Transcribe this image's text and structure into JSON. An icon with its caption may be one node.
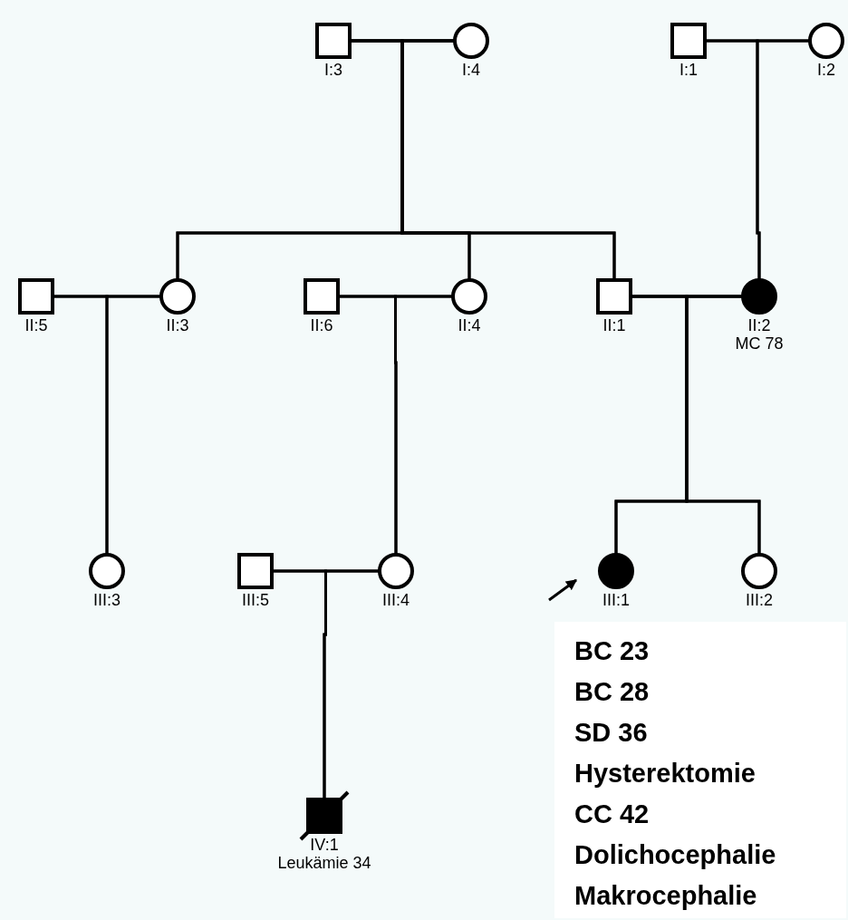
{
  "diagram": {
    "nodes": [
      {
        "text": [
          "I:3"
        ]
      },
      {
        "text": [
          "I:4"
        ]
      },
      {
        "text": [
          "I:1"
        ]
      },
      {
        "text": [
          "I:2"
        ]
      },
      {
        "text": [
          "II:5"
        ]
      },
      {
        "text": [
          "II:3"
        ]
      },
      {
        "text": [
          "II:6"
        ]
      },
      {
        "text": [
          "II:4"
        ]
      },
      {
        "text": [
          "II:1"
        ]
      },
      {
        "text": [
          "II:2"
        ],
        "beside": [
          "MC 78"
        ]
      },
      {
        "text": [
          "III:3"
        ]
      },
      {
        "text": [
          "III:5"
        ]
      },
      {
        "text": [
          "III:4"
        ]
      },
      {
        "text": [
          "III:1"
        ]
      },
      {
        "text": [
          "III:2"
        ]
      },
      {
        "text": [
          "IV:1"
        ],
        "beside": [
          "Leukämie 34"
        ]
      },
      {
        "text": [
          "BC 23",
          "BC 28",
          "SD 36",
          "Hysterektomie",
          "CC 42",
          "Dolichocephalie",
          "Makrocephalie"
        ]
      }
    ],
    "edges": [
      {
        "from": 0,
        "to": 1,
        "arrow": "none"
      },
      {
        "from": 0,
        "to": 5,
        "arrow": "none"
      },
      {
        "from": 1,
        "to": 5,
        "arrow": "none"
      },
      {
        "from": 0,
        "to": 7,
        "arrow": "none"
      },
      {
        "from": 1,
        "to": 7,
        "arrow": "none"
      },
      {
        "from": 0,
        "to": 8,
        "arrow": "none"
      },
      {
        "from": 1,
        "to": 8,
        "arrow": "none"
      },
      {
        "from": 2,
        "to": 3,
        "arrow": "none"
      },
      {
        "from": 2,
        "to": 9,
        "arrow": "none"
      },
      {
        "from": 3,
        "to": 9,
        "arrow": "none"
      },
      {
        "from": 4,
        "to": 5,
        "arrow": "none"
      },
      {
        "from": 4,
        "to": 10,
        "arrow": "none"
      },
      {
        "from": 5,
        "to": 10,
        "arrow": "none"
      },
      {
        "from": 6,
        "to": 7,
        "arrow": "none"
      },
      {
        "from": 6,
        "to": 12,
        "arrow": "none"
      },
      {
        "from": 7,
        "to": 12,
        "arrow": "none"
      },
      {
        "from": 8,
        "to": 9,
        "arrow": "none"
      },
      {
        "from": 8,
        "to": 13,
        "arrow": "none"
      },
      {
        "from": 9,
        "to": 13,
        "arrow": "none"
      },
      {
        "from": 8,
        "to": 14,
        "arrow": "none"
      },
      {
        "from": 9,
        "to": 14,
        "arrow": "none"
      },
      {
        "from": 11,
        "to": 12,
        "arrow": "none"
      },
      {
        "from": 11,
        "to": 15,
        "arrow": "none"
      },
      {
        "from": 12,
        "to": 15,
        "arrow": "none"
      },
      {
        "from": null,
        "to": 13,
        "arrow": "to"
      }
    ]
  }
}
